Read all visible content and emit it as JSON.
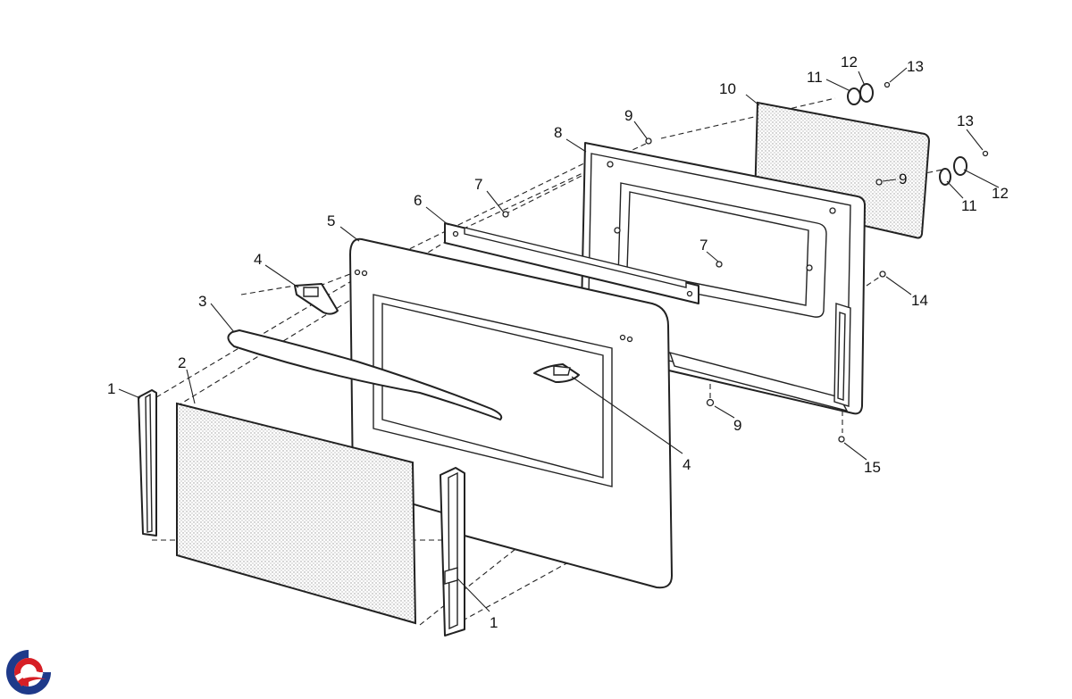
{
  "callouts": {
    "c1a": "1",
    "c1b": "1",
    "c2": "2",
    "c3": "3",
    "c4a": "4",
    "c4b": "4",
    "c5": "5",
    "c6": "6",
    "c7a": "7",
    "c7b": "7",
    "c8": "8",
    "c9a": "9",
    "c9b": "9",
    "c9c": "9",
    "c10": "10",
    "c11a": "11",
    "c11b": "11",
    "c12a": "12",
    "c12b": "12",
    "c13a": "13",
    "c13b": "13",
    "c14": "14",
    "c15": "15"
  },
  "colors": {
    "line": "#222222",
    "logo_blue": "#1e3a8a",
    "logo_red": "#d61f26"
  },
  "logo": {
    "icon": "brand-swirl-logo"
  }
}
